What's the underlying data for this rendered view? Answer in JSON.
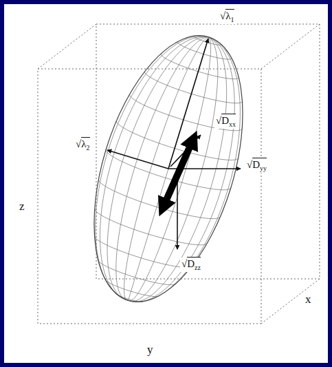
{
  "diagram": {
    "labels": [
      "√λ1",
      "√λ2",
      "√Dxx",
      "√Dyy",
      "√Dzz",
      "z",
      "y",
      "x"
    ]
  }
}
